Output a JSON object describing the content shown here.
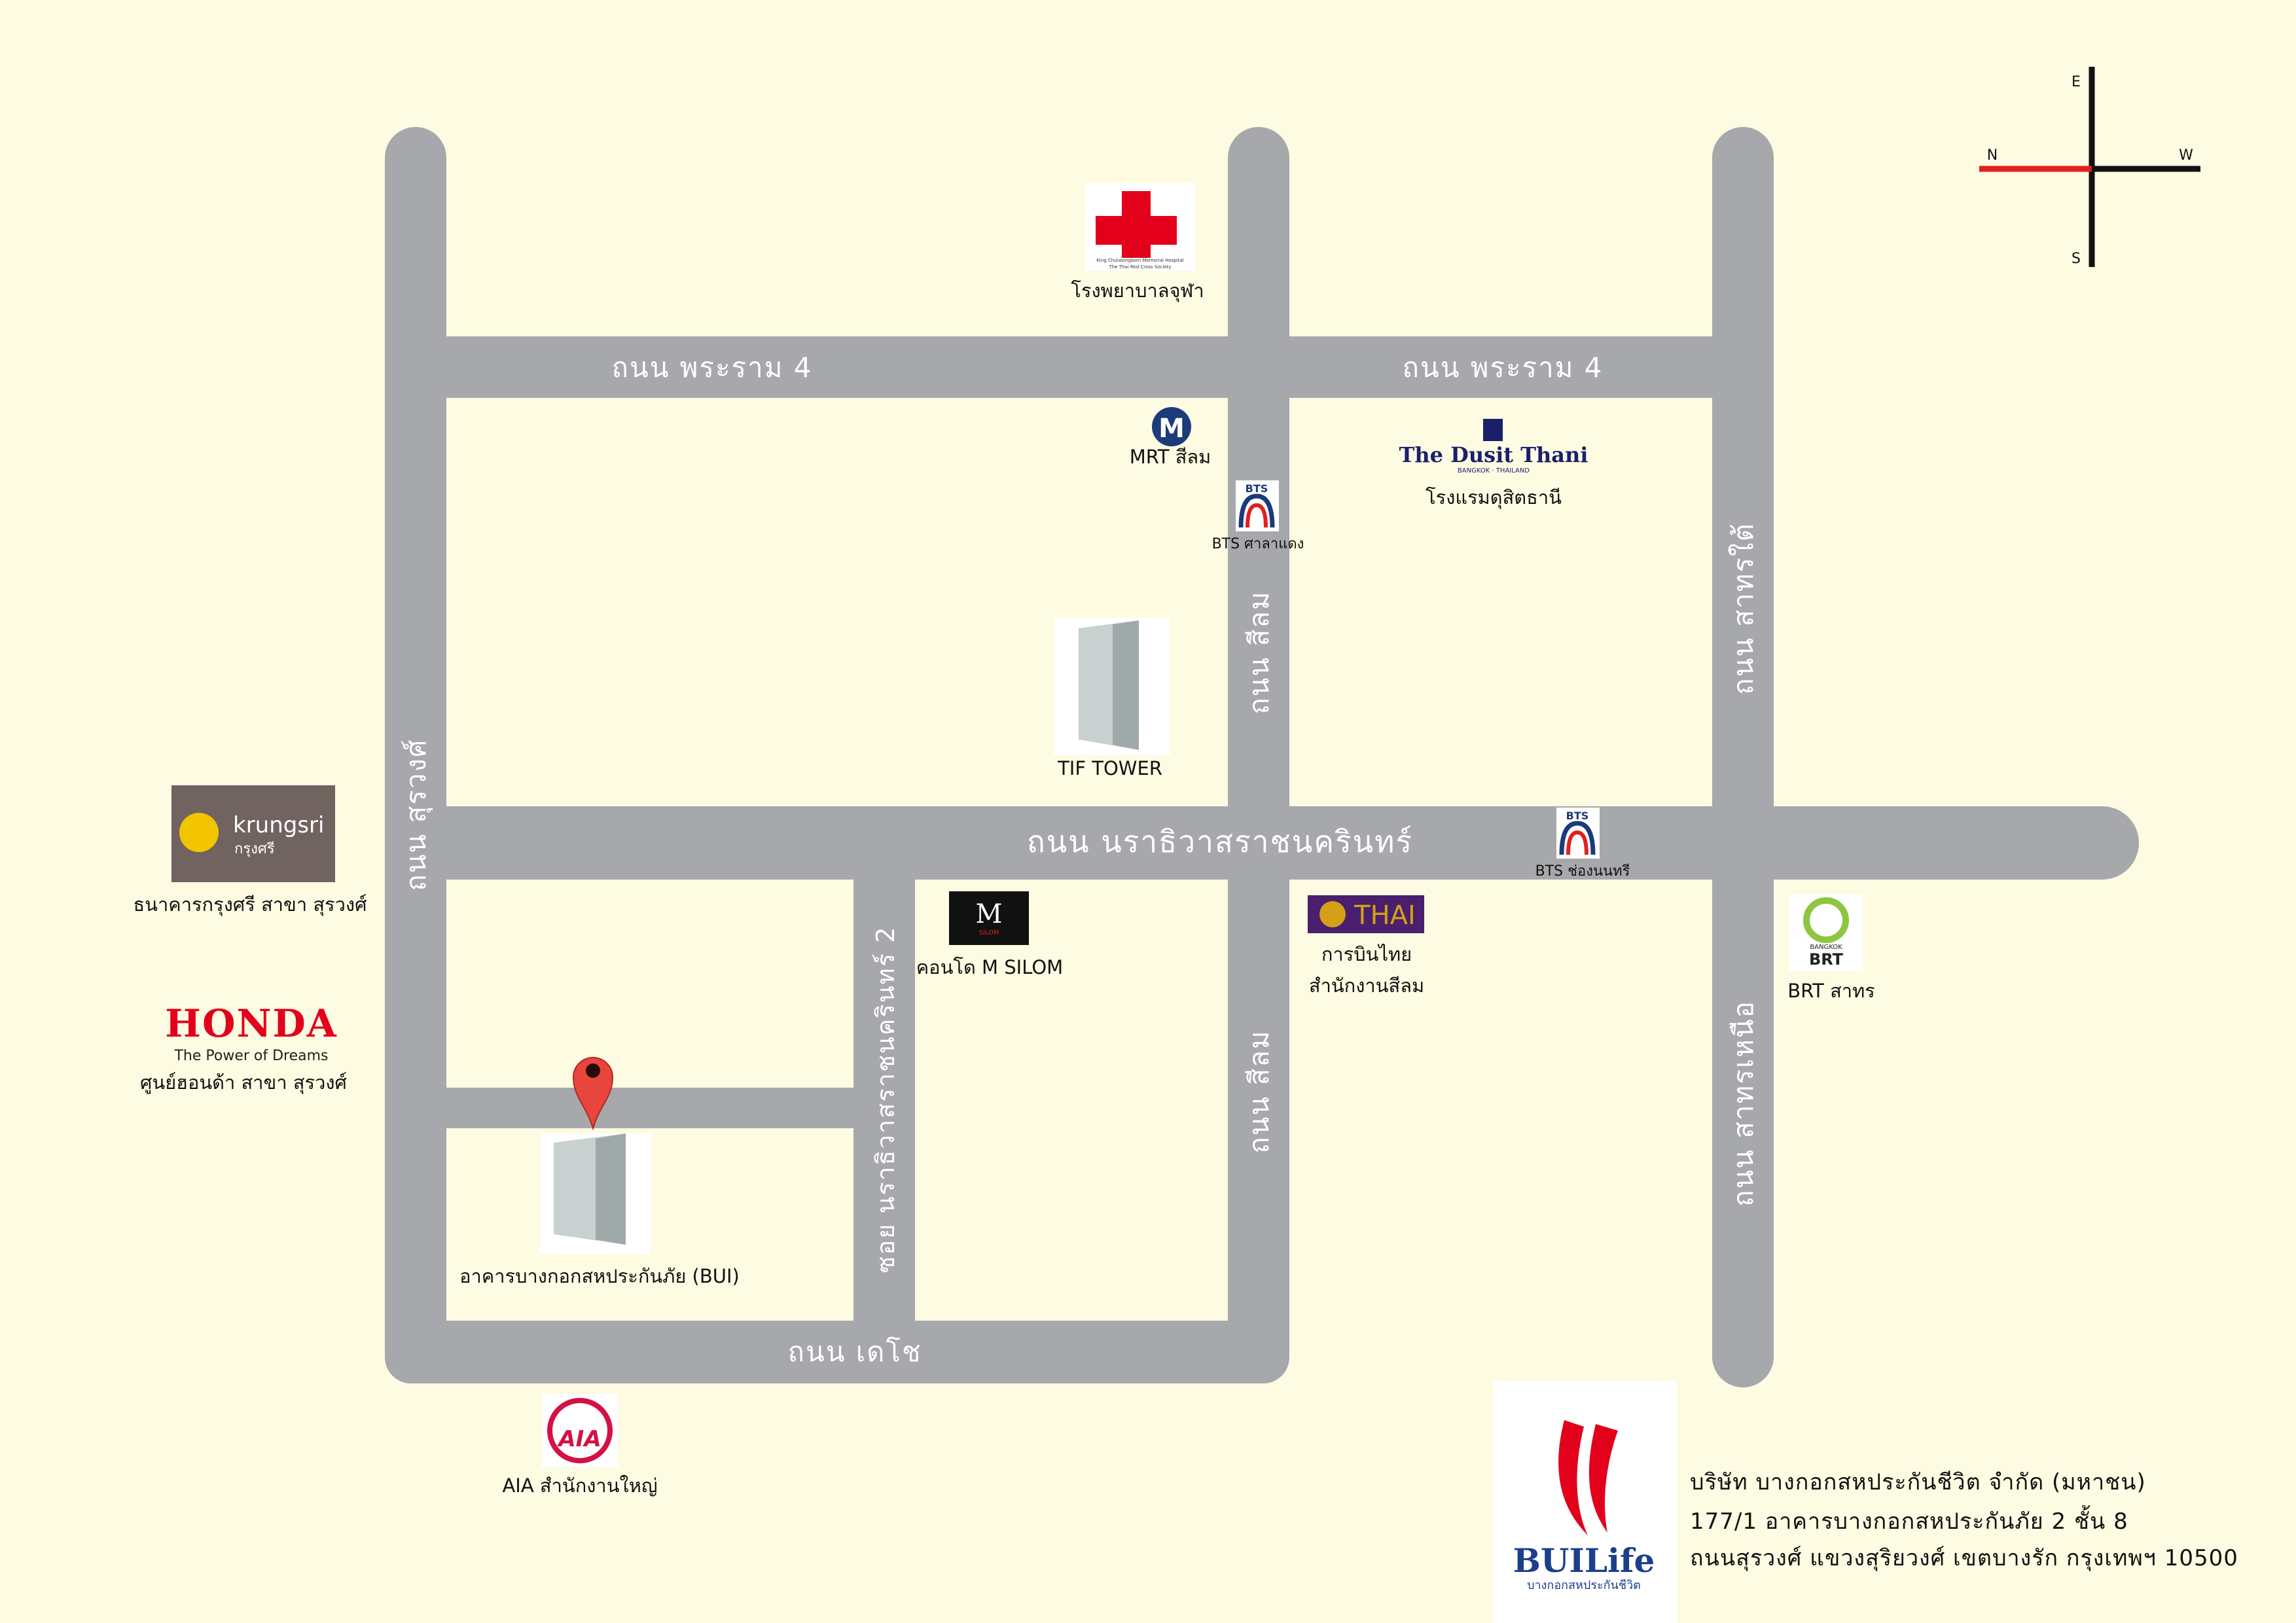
{
  "compass": {
    "north": "N",
    "south": "S",
    "east": "E",
    "west": "W"
  },
  "roads": {
    "rama4_left": "ถนน พระราม 4",
    "rama4_right": "ถนน พระราม 4",
    "suriwong": "ถนน สุรวงศ์",
    "silom_upper": "ถนน สีลม",
    "silom_lower": "ถนน สีลม",
    "sathorn_tai": "ถนน สาทรใต้",
    "sathorn_nuea": "ถนน สาทรเหนือ",
    "narathiwat": "ถนน นราธิวาสราชนครินทร์",
    "soi_narathiwat2": "ซอย นราธิวาสราชนครินทร์ 2",
    "decho": "ถนน เดโช"
  },
  "landmarks": {
    "hospital": {
      "label": "โรงพยาบาลจุฬา",
      "logo_line1": "King Chulalongkorn Memorial Hospital",
      "logo_line2": "The Thai Red Cross Society"
    },
    "mrt": {
      "label": "MRT สีลม",
      "logo": "M"
    },
    "bts_saladaeng": {
      "label": "BTS ศาลาแดง",
      "logo": "BTS"
    },
    "dusit": {
      "label": "โรงแรมดุสิตธานี",
      "logo_name": "The Dusit Thani",
      "logo_sub": "BANGKOK · THAILAND"
    },
    "tif": {
      "label": "TIF TOWER"
    },
    "bts_chongnonsi": {
      "label": "BTS ช่องนนทรี",
      "logo": "BTS"
    },
    "krungsri": {
      "label": "ธนาคารกรุงศรี สาขา สุรวงศ์",
      "logo_en": "krungsri",
      "logo_th": "กรุงศรี"
    },
    "honda": {
      "logo": "HONDA",
      "tagline": "The Power of Dreams",
      "label": "ศูนย์ฮอนด้า สาขา สุรวงศ์"
    },
    "msilom": {
      "label": "คอนโด M SILOM",
      "logo": "M",
      "logo_sub": "SILOM"
    },
    "thai": {
      "logo": "THAI",
      "label_line1": "การบินไทย",
      "label_line2": "สำนักงานสีลม"
    },
    "brt": {
      "label": "BRT สาทร",
      "logo_line1": "BANGKOK",
      "logo_line2": "BRT"
    },
    "bui": {
      "label": "อาคารบางกอกสหประกันภัย (BUI)"
    },
    "aia": {
      "label": "AIA สำนักงานใหญ่",
      "logo": "AIA"
    }
  },
  "company": {
    "logo_name": "BUILife",
    "logo_sub": "บางกอกสหประกันชีวิต",
    "line1": "บริษัท บางกอกสหประกันชีวิต จำกัด (มหาชน)",
    "line2": "177/1 อาคารบางกอกสหประกันภัย 2 ชั้น 8",
    "line3": "ถนนสุรวงศ์ แขวงสุริยวงศ์ เขตบางรัก กรุงเทพฯ 10500"
  },
  "colors": {
    "background": "#fdfbe2",
    "road": "#a7a8ab",
    "pin": "#e8453c",
    "compass_north": "#e02020",
    "red_cross": "#e3001b"
  }
}
